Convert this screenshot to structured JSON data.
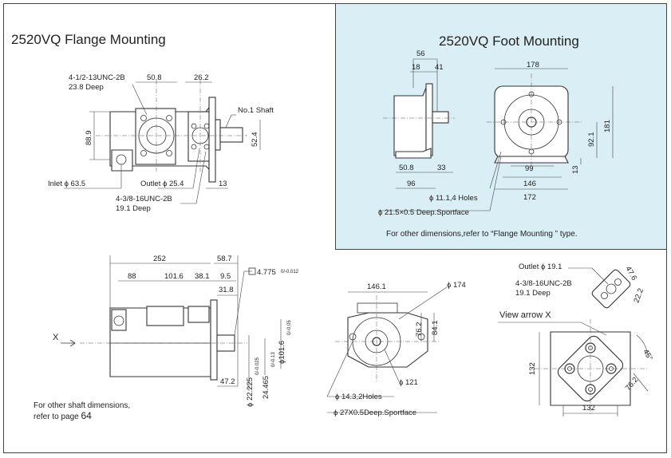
{
  "flange": {
    "title": "2520VQ Flange Mounting",
    "labels": {
      "inlet_thread": "4-1/2-13UNC-2B",
      "inlet_deep": "23.8 Deep",
      "d508": "50.8",
      "d262": "26.2",
      "shaft": "No.1 Shaft",
      "d889": "88.9",
      "d524": "52.4",
      "inlet": "Inlet ϕ 63.5",
      "outlet": "Outlet ϕ 25.4",
      "d13": "13",
      "outlet_thread": "4-3/8-16UNC-2B",
      "outlet_deep": "19.1 Deep"
    }
  },
  "foot": {
    "title": "2520VQ Foot Mounting",
    "labels": {
      "d56": "56",
      "d18": "18",
      "d41": "41",
      "d178": "178",
      "d508": "50.8",
      "d33": "33",
      "d96": "96",
      "d99": "99",
      "d13": "13",
      "d146": "146",
      "d172": "172",
      "d921": "92.1",
      "d181": "181",
      "holes": "ϕ 11.1,4 Holes",
      "spotface": "ϕ 21.5×0.5 Deep.Sportface"
    },
    "note": "For other  dimensions,refer to  “Flange Mounting  ” type."
  },
  "side": {
    "labels": {
      "d252": "252",
      "d587": "58.7",
      "d88": "88",
      "d1016": "101.6",
      "d381": "38.1",
      "d95": "9.5",
      "key": "4.775",
      "key_tol": "0/-0.012",
      "d318": "31.8",
      "d472": "47.2",
      "d22225": "ϕ 22.225",
      "d22225_tol": "0/-0.025",
      "d24465": "24.465",
      "d24465_tol": "0/-0.13",
      "d1016b": "ϕ101.6",
      "d1016b_tol": "0/-0.05",
      "x": "X"
    },
    "note_line1": "For other shaft dimensions,",
    "note_line2_prefix": "refer to page ",
    "note_page": "64"
  },
  "front": {
    "labels": {
      "d1461": "146.1",
      "d174": "ϕ 174",
      "d762": "76.2",
      "d841": "84.1",
      "d121": "ϕ 121",
      "holes": "ϕ 14.3,2Holes",
      "spotface": "ϕ 27X0.5Deep.Sportface"
    }
  },
  "view": {
    "labels": {
      "outlet": "Outlet ϕ 19.1",
      "thread": "4-3/8-16UNC-2B",
      "deep": "19.1 Deep",
      "d476": "47.6",
      "d222": "22.2",
      "arrow": "View arrow X",
      "d45": "45°",
      "d132a": "132",
      "d762": "76.2",
      "d132b": "132"
    }
  }
}
